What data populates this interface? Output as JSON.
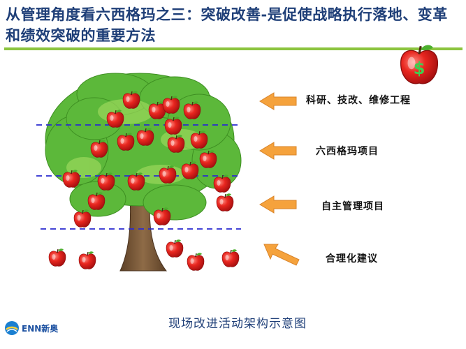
{
  "title": "从管理角度看六西格玛之三：突破改善-是促使战略执行落地、变革和绩效突破的重要方法",
  "levels": [
    {
      "label": "科研、技改、维修工程"
    },
    {
      "label": "六西格玛项目"
    },
    {
      "label": "自主管理项目"
    },
    {
      "label": "合理化建议"
    }
  ],
  "caption": "现场改进活动架构示意图",
  "logo": {
    "text": "ENN新奥"
  },
  "icons": {
    "money_apple": "apple-dollar-icon",
    "arrow": "arrow-left-icon"
  },
  "colors": {
    "title": "#1f3f78",
    "rule": "#8cc43f",
    "arrow": "#f5a23c",
    "dash": "#2a2acf",
    "leaf": "#5cb83a",
    "apple": "#e01818",
    "trunk": "#7a5a3a"
  }
}
